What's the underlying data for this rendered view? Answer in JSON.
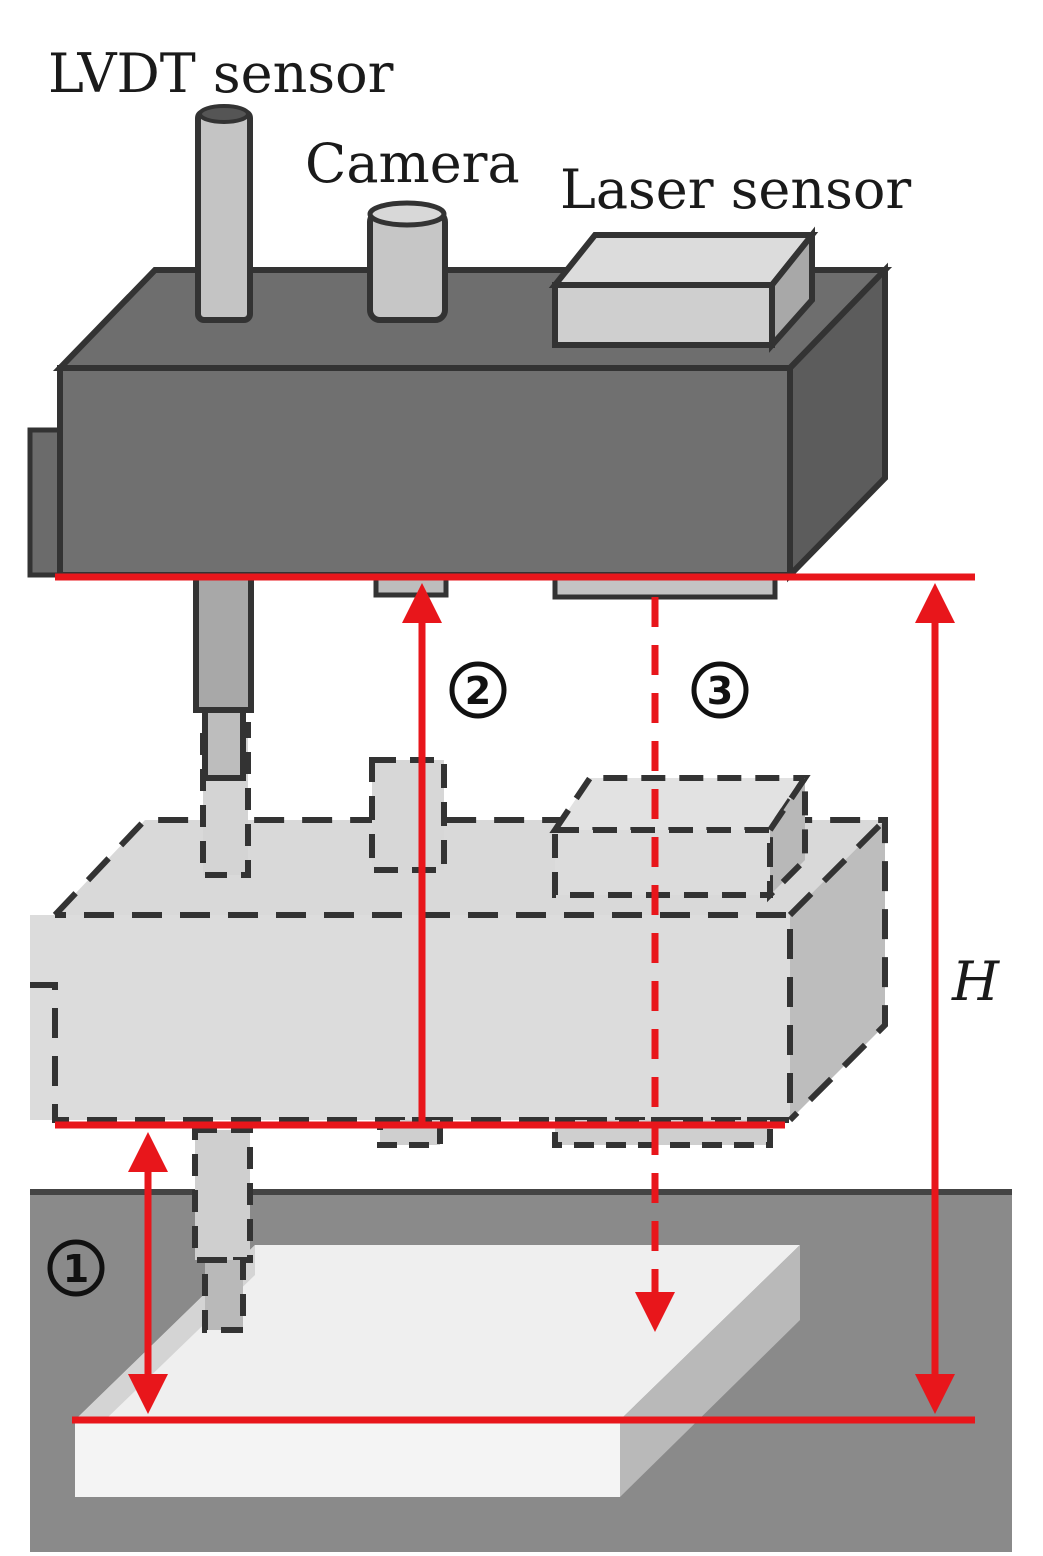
{
  "labels": {
    "lvdt": "LVDT sensor",
    "camera": "Camera",
    "laser": "Laser sensor",
    "height": "H"
  },
  "markers": {
    "m1": "①",
    "m2": "②",
    "m3": "③"
  },
  "colors": {
    "red": "#e8161b",
    "dark_gray": "#6b6b6b",
    "mid_gray": "#8f8f8f",
    "light_gray": "#d6d6d6",
    "floor": "#8a8a8a",
    "sample": "#efefef"
  }
}
